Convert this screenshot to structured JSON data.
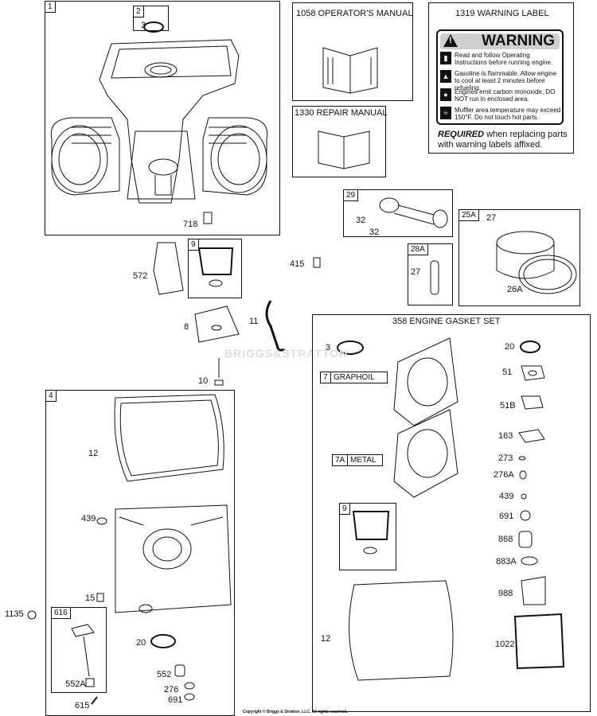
{
  "boxes": {
    "b1": "1",
    "b2": "2",
    "b4": "4",
    "b9a": "9",
    "b9b": "9",
    "b29": "29",
    "b28a": "28A",
    "b25a": "25A",
    "b616": "616",
    "b7": "7",
    "b7a": "7A"
  },
  "titles": {
    "manual": "1058 OPERATOR'S MANUAL",
    "repair": "1330 REPAIR MANUAL",
    "warning_label": "1319 WARNING LABEL",
    "gasket_set": "358 ENGINE GASKET SET",
    "graphoil": "GRAPHOIL",
    "metal": "METAL"
  },
  "warning": {
    "header": "WARNING",
    "rows": [
      "Read and follow Operating Instructions before running engine.",
      "Gasoline is flammable. Allow engine to cool at least 2 minutes before refueling.",
      "Engines emit carbon monoxide, DO NOT run in enclosed area.",
      "Muffler area temperature may exceed 150°F.  Do not touch hot parts."
    ],
    "required_bold": "REQUIRED",
    "required_rest": " when replacing parts with warning labels affixed."
  },
  "labels": {
    "l3a": "3",
    "l718": "718",
    "l572": "572",
    "l415": "415",
    "l32a": "32",
    "l32b": "32",
    "l27a": "27",
    "l27b": "27",
    "l26a": "26A",
    "l8": "8",
    "l11": "11",
    "l10": "10",
    "l12a": "12",
    "l439a": "439",
    "l15": "15",
    "l1135": "1135",
    "l20a": "20",
    "l552": "552",
    "l552a": "552A",
    "l276": "276",
    "l691a": "691",
    "l615": "615",
    "l3b": "3",
    "l20b": "20",
    "l51": "51",
    "l51b": "51B",
    "l163": "163",
    "l273": "273",
    "l276a": "276A",
    "l439b": "439",
    "l691b": "691",
    "l868": "868",
    "l883a": "883A",
    "l988": "988",
    "l12b": "12",
    "l1022": "1022"
  },
  "watermark": "BRIGGS&STRATTON",
  "copyright": "Copyright © Briggs & Stratton, LLC. All rights reserved."
}
